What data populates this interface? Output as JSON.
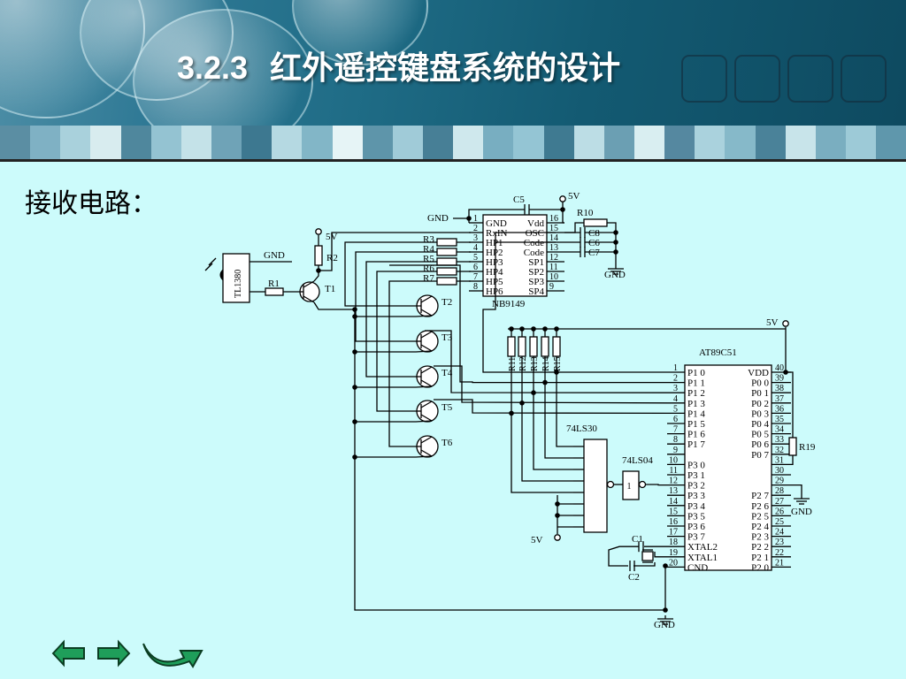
{
  "header": {
    "title_number": "3.2.3",
    "title_text": "红外遥控键盘系统的设计"
  },
  "subtitle": "接收电路：",
  "colors": {
    "background": "#ccfbfb",
    "header_dark": "#135a72",
    "title_text": "#ffffff",
    "wire": "#000000",
    "nav_green": "#1f9e5a"
  },
  "nav": {
    "prev": "left-arrow-icon",
    "next": "right-arrow-icon",
    "return": "return-arrow-icon"
  },
  "schematic": {
    "decoder": {
      "name": "NB9149",
      "left_pins": [
        {
          "n": "1",
          "label": "GND"
        },
        {
          "n": "2",
          "label": "RxIN"
        },
        {
          "n": "3",
          "label": "HP1"
        },
        {
          "n": "4",
          "label": "HP2"
        },
        {
          "n": "5",
          "label": "HP3"
        },
        {
          "n": "6",
          "label": "HP4"
        },
        {
          "n": "7",
          "label": "HP5"
        },
        {
          "n": "8",
          "label": "HP6"
        }
      ],
      "right_pins": [
        {
          "n": "16",
          "label": "Vdd"
        },
        {
          "n": "15",
          "label": "OSC"
        },
        {
          "n": "14",
          "label": "Code"
        },
        {
          "n": "13",
          "label": "Code"
        },
        {
          "n": "12",
          "label": "SP1"
        },
        {
          "n": "11",
          "label": "SP2"
        },
        {
          "n": "10",
          "label": "SP3"
        },
        {
          "n": "9",
          "label": "SP4"
        }
      ]
    },
    "mcu": {
      "name": "AT89C51",
      "left_pins": [
        {
          "n": "1",
          "label": "P1 0"
        },
        {
          "n": "2",
          "label": "P1 1"
        },
        {
          "n": "3",
          "label": "P1 2"
        },
        {
          "n": "4",
          "label": "P1 3"
        },
        {
          "n": "5",
          "label": "P1 4"
        },
        {
          "n": "6",
          "label": "P1 5"
        },
        {
          "n": "7",
          "label": "P1 6"
        },
        {
          "n": "8",
          "label": "P1 7"
        },
        {
          "n": "9",
          "label": ""
        },
        {
          "n": "10",
          "label": "P3 0"
        },
        {
          "n": "11",
          "label": "P3 1"
        },
        {
          "n": "12",
          "label": "P3 2"
        },
        {
          "n": "13",
          "label": "P3 3"
        },
        {
          "n": "14",
          "label": "P3 4"
        },
        {
          "n": "15",
          "label": "P3 5"
        },
        {
          "n": "16",
          "label": "P3 6"
        },
        {
          "n": "17",
          "label": "P3 7"
        },
        {
          "n": "18",
          "label": "XTAL2"
        },
        {
          "n": "19",
          "label": "XTAL1"
        },
        {
          "n": "20",
          "label": "CND"
        }
      ],
      "right_pins": [
        {
          "n": "40",
          "label": "VDD"
        },
        {
          "n": "39",
          "label": "P0 0"
        },
        {
          "n": "38",
          "label": "P0 1"
        },
        {
          "n": "37",
          "label": "P0 2"
        },
        {
          "n": "36",
          "label": "P0 3"
        },
        {
          "n": "35",
          "label": "P0 4"
        },
        {
          "n": "34",
          "label": "P0 5"
        },
        {
          "n": "33",
          "label": "P0 6"
        },
        {
          "n": "32",
          "label": "P0 7"
        },
        {
          "n": "31",
          "label": ""
        },
        {
          "n": "30",
          "label": ""
        },
        {
          "n": "29",
          "label": ""
        },
        {
          "n": "28",
          "label": "P2 7"
        },
        {
          "n": "27",
          "label": "P2 6"
        },
        {
          "n": "26",
          "label": "P2 5"
        },
        {
          "n": "25",
          "label": "P2 4"
        },
        {
          "n": "24",
          "label": "P2 3"
        },
        {
          "n": "23",
          "label": "P2 2"
        },
        {
          "n": "22",
          "label": "P2 1"
        },
        {
          "n": "21",
          "label": "P2 0"
        }
      ]
    },
    "labels": {
      "sensor": "TL1380",
      "gnd": "GND",
      "v5": "5V",
      "r1": "R1",
      "r2": "R2",
      "t1": "T1",
      "c5": "C5",
      "r10": "R10",
      "c8": "C8",
      "c6": "C6",
      "c7": "C7",
      "decoder_resistors": [
        "R3",
        "R4",
        "R5",
        "R6",
        "R7"
      ],
      "transistors": [
        "T2",
        "T3",
        "T4",
        "T5",
        "T6"
      ],
      "pullups": [
        "R11",
        "R12",
        "R13",
        "R14",
        "R15"
      ],
      "nand": "74LS30",
      "inv": "74LS04",
      "inv_pin": "1",
      "r19": "R19",
      "c1": "C1",
      "c2": "C2"
    }
  }
}
